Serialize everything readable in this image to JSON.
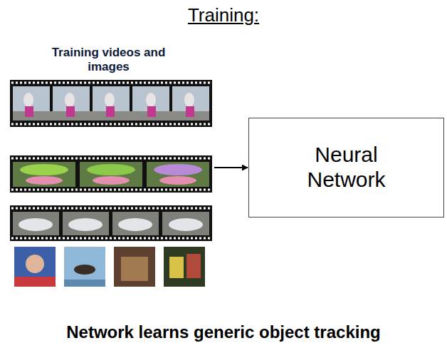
{
  "diagram": {
    "title": "Training:",
    "caption": "Network learns generic object tracking",
    "nodes": [
      {
        "text": [
          "Training videos and images"
        ]
      },
      {
        "text": [
          "Neural Network"
        ]
      }
    ],
    "edges": [
      {
        "from": 0,
        "to": 1,
        "arrow": "to"
      }
    ]
  }
}
